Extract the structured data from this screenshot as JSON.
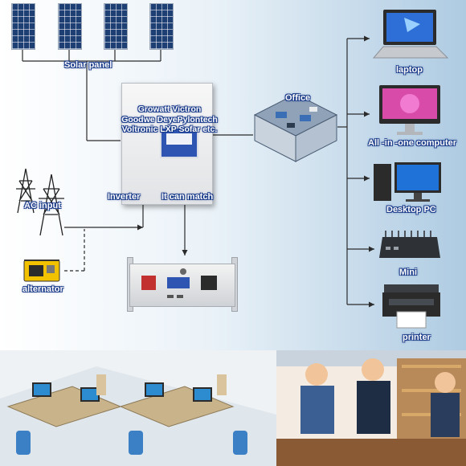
{
  "labels": {
    "solar_panel": "Solar panel",
    "office": "Office",
    "inverter": "Inverter",
    "it_can_match": "It can match",
    "ac_input": "AC input",
    "alternator": "alternator"
  },
  "inverter_brands": [
    "Growatt Victron",
    "Goodwe DeyePylontech",
    "Voltronic LXP Sofar etc."
  ],
  "devices": [
    {
      "label": "laptop",
      "icon": "laptop-icon"
    },
    {
      "label": "All -in -one computer",
      "icon": "all-in-one-computer-icon"
    },
    {
      "label": "Desktop PC",
      "icon": "desktop-pc-icon"
    },
    {
      "label": "Mini",
      "icon": "mini-pc-icon"
    },
    {
      "label": "printer",
      "icon": "printer-icon"
    }
  ],
  "colors": {
    "label_outline": "#1a3b8a",
    "wire": "#2b2b2b",
    "background_right": "#aecbe2"
  }
}
